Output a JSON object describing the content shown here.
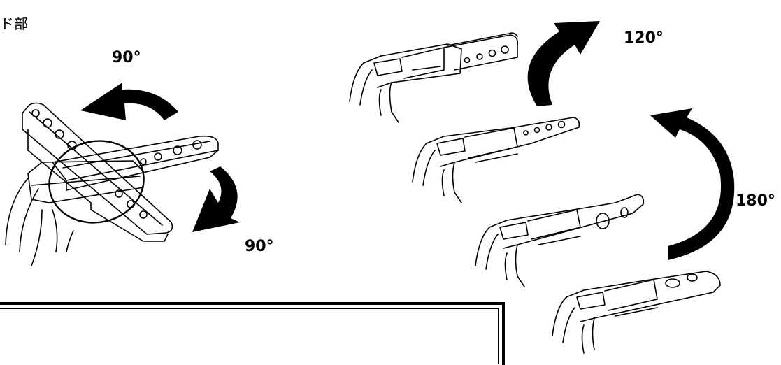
{
  "title_fragment": "ド部",
  "angles": {
    "rotate_left": "90°",
    "rotate_right": "90°",
    "tilt_up": "120°",
    "tilt_full": "180°"
  },
  "icons": [
    "curved-arrow-icon",
    "camera-head-icon"
  ],
  "colors": {
    "line": "#000000",
    "background": "#ffffff"
  }
}
